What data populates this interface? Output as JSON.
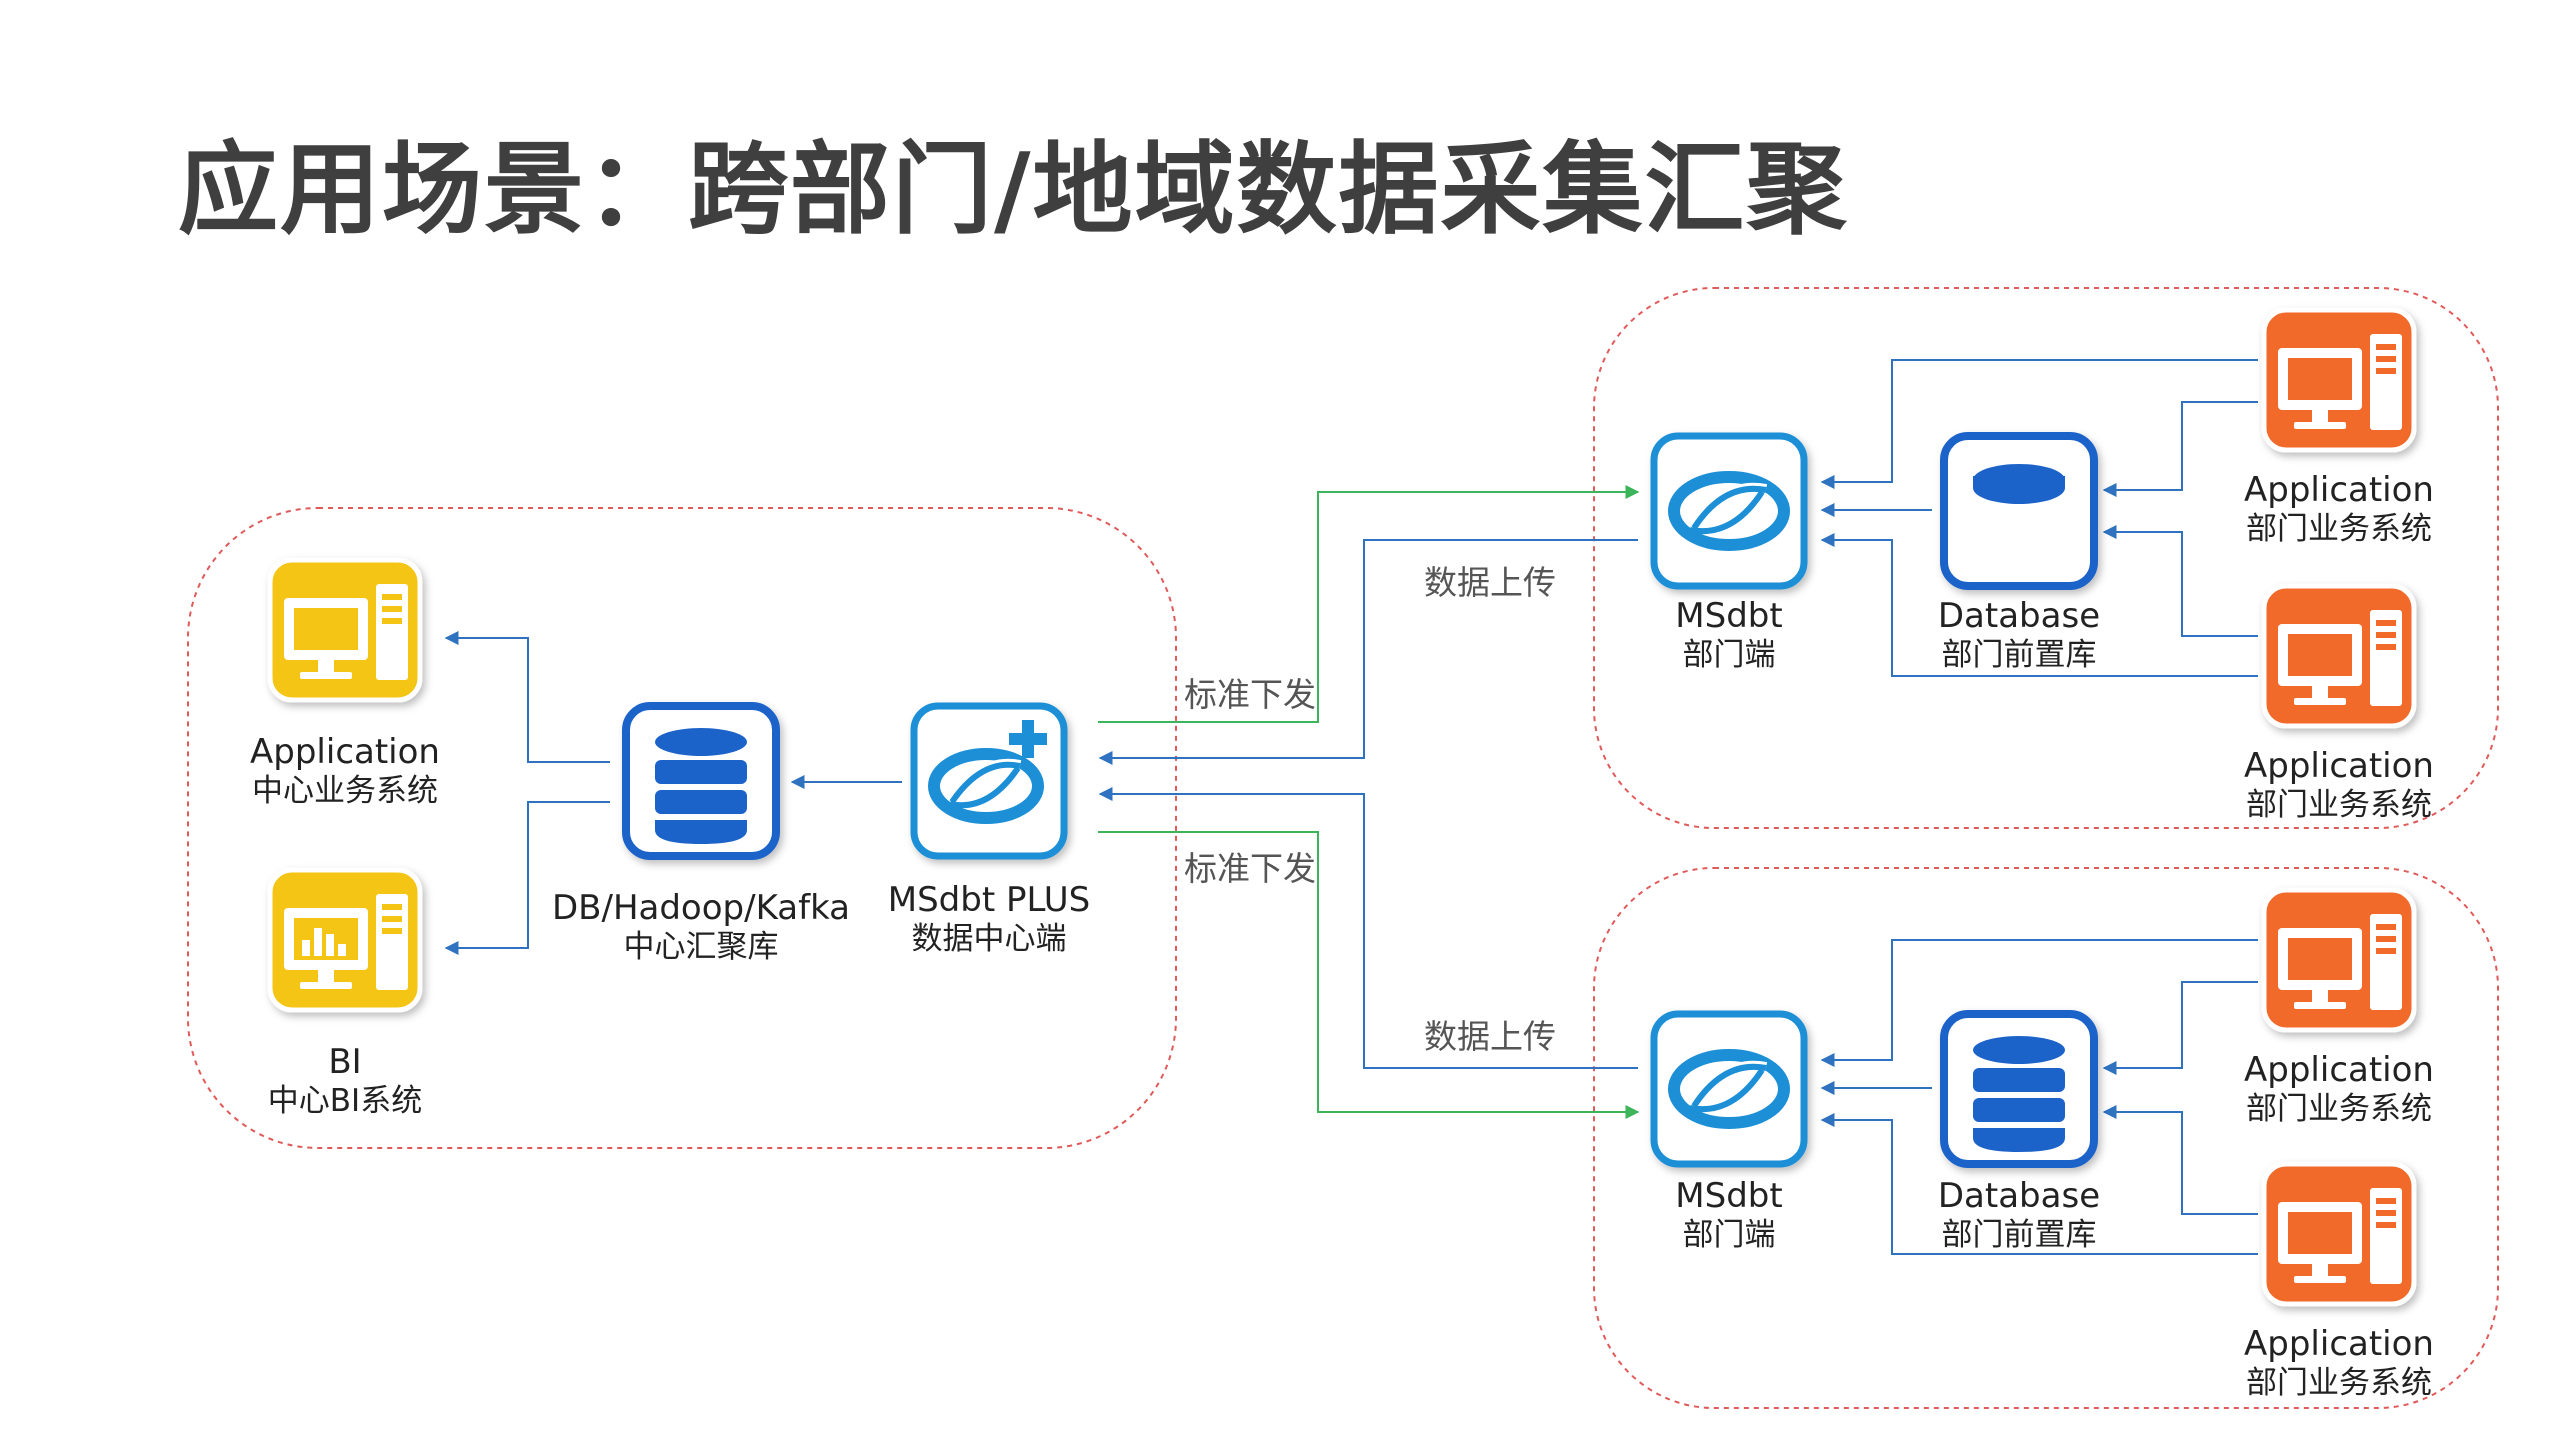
{
  "title": "应用场景：跨部门/地域数据采集汇聚",
  "colors": {
    "region_border": "#e05a5a",
    "upload_line": "#2f72c0",
    "distribute_line": "#3cb55a",
    "app_yellow": "#f5c518",
    "app_orange": "#f26a2c",
    "db_blue": "#1f63c9"
  },
  "center": {
    "app": {
      "name": "Application",
      "desc": "中心业务系统",
      "icon": "monitor-icon"
    },
    "bi": {
      "name": "BI",
      "desc": "中心BI系统",
      "icon": "bar-chart-monitor-icon"
    },
    "store": {
      "name": "DB/Hadoop/Kafka",
      "desc": "中心汇聚库",
      "icon": "database-icon"
    },
    "plus": {
      "name": "MSdbt PLUS",
      "desc": "数据中心端",
      "icon": "msdbt-plus-icon"
    }
  },
  "flows": {
    "distribute_top": "标准下发",
    "upload_top": "数据上传",
    "distribute_bottom": "标准下发",
    "upload_bottom": "数据上传"
  },
  "departments": [
    {
      "msdbt": {
        "name": "MSdbt",
        "desc": "部门端",
        "icon": "msdbt-icon"
      },
      "db": {
        "name": "Database",
        "desc": "部门前置库",
        "icon": "database-icon"
      },
      "apps": [
        {
          "name": "Application",
          "desc": "部门业务系统",
          "icon": "monitor-icon"
        },
        {
          "name": "Application",
          "desc": "部门业务系统",
          "icon": "monitor-icon"
        }
      ]
    },
    {
      "msdbt": {
        "name": "MSdbt",
        "desc": "部门端",
        "icon": "msdbt-icon"
      },
      "db": {
        "name": "Database",
        "desc": "部门前置库",
        "icon": "database-icon"
      },
      "apps": [
        {
          "name": "Application",
          "desc": "部门业务系统",
          "icon": "monitor-icon"
        },
        {
          "name": "Application",
          "desc": "部门业务系统",
          "icon": "monitor-icon"
        }
      ]
    }
  ]
}
